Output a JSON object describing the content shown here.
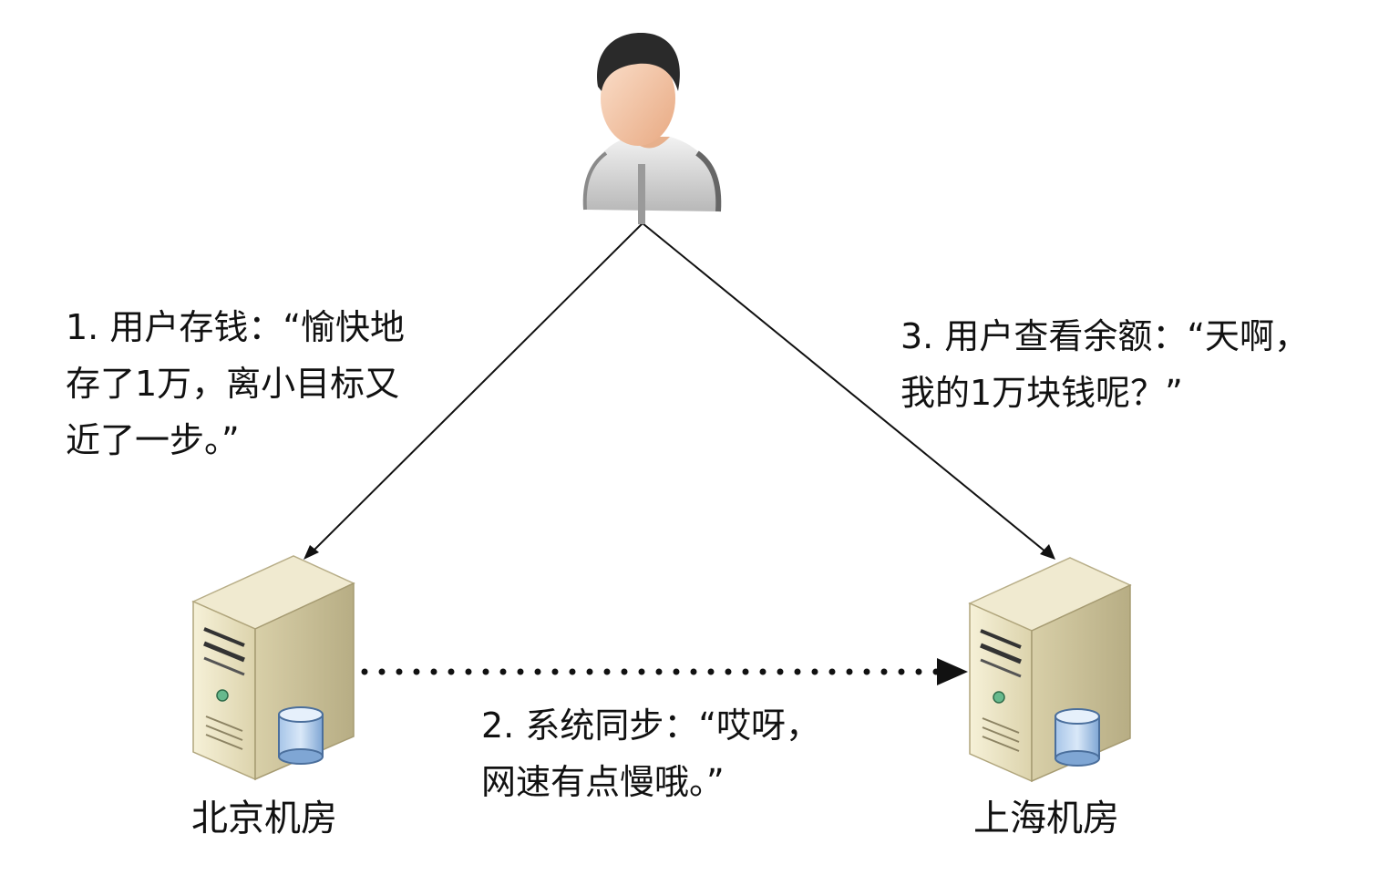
{
  "nodes": {
    "user": {
      "icon": "user-avatar-icon"
    },
    "beijing": {
      "label": "北京机房",
      "icon": "server-icon"
    },
    "shanghai": {
      "label": "上海机房",
      "icon": "server-icon"
    }
  },
  "steps": {
    "step1": {
      "lines": [
        "1. 用户存钱：“愉快地",
        "存了1万，离小目标又",
        "近了一步。”"
      ]
    },
    "step2": {
      "lines": [
        "2. 系统同步：“哎呀，",
        "网速有点慢哦。”"
      ]
    },
    "step3": {
      "lines": [
        "3. 用户查看余额：“天啊，",
        "我的1万块钱呢？”"
      ]
    }
  }
}
